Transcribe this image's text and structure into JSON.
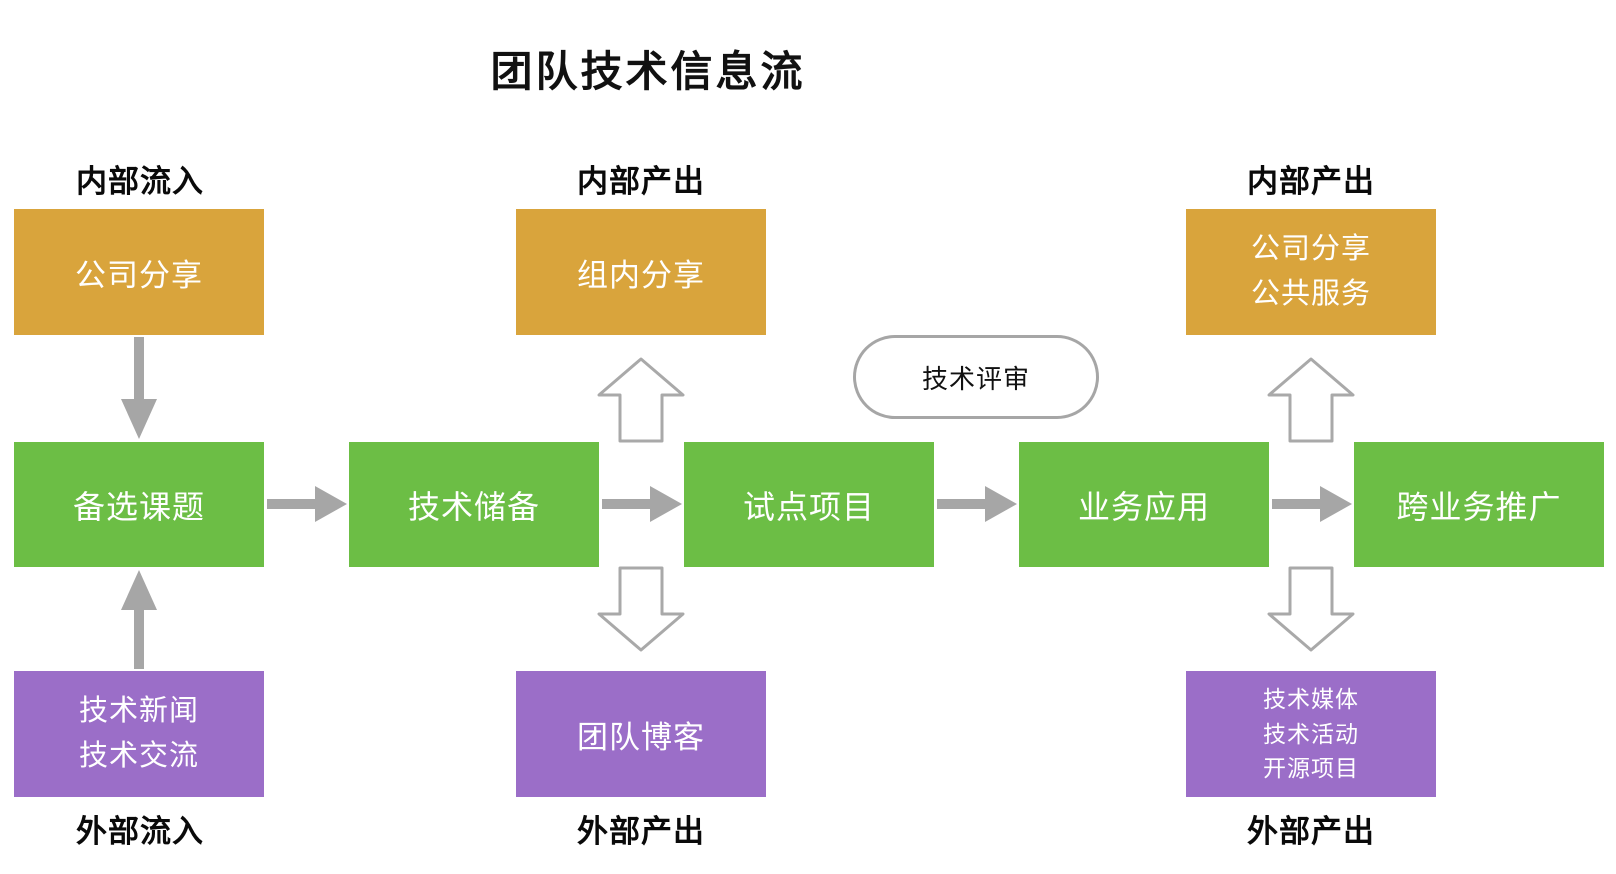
{
  "title": "团队技术信息流",
  "diagram": {
    "columns": {
      "left": {
        "top_label": "内部流入",
        "top_box": "公司分享",
        "bottom_box_lines": [
          "技术新闻",
          "技术交流"
        ],
        "bottom_label": "外部流入"
      },
      "middle": {
        "top_label": "内部产出",
        "top_box": "组内分享",
        "bottom_box": "团队博客",
        "bottom_label": "外部产出"
      },
      "right": {
        "top_label": "内部产出",
        "top_box_lines": [
          "公司分享",
          "公共服务"
        ],
        "bottom_box_lines": [
          "技术媒体",
          "技术活动",
          "开源项目"
        ],
        "bottom_label": "外部产出"
      }
    },
    "flow_stages": [
      "备选课题",
      "技术储备",
      "试点项目",
      "业务应用",
      "跨业务推广"
    ],
    "review_label": "技术评审",
    "colors": {
      "internal_box": "#D9A43C",
      "flow_stage_box": "#6CBE45",
      "external_box": "#9B6EC8",
      "arrow": "#A6A6A6",
      "box_text": "#FFFFFF",
      "label_text": "#000000"
    }
  }
}
